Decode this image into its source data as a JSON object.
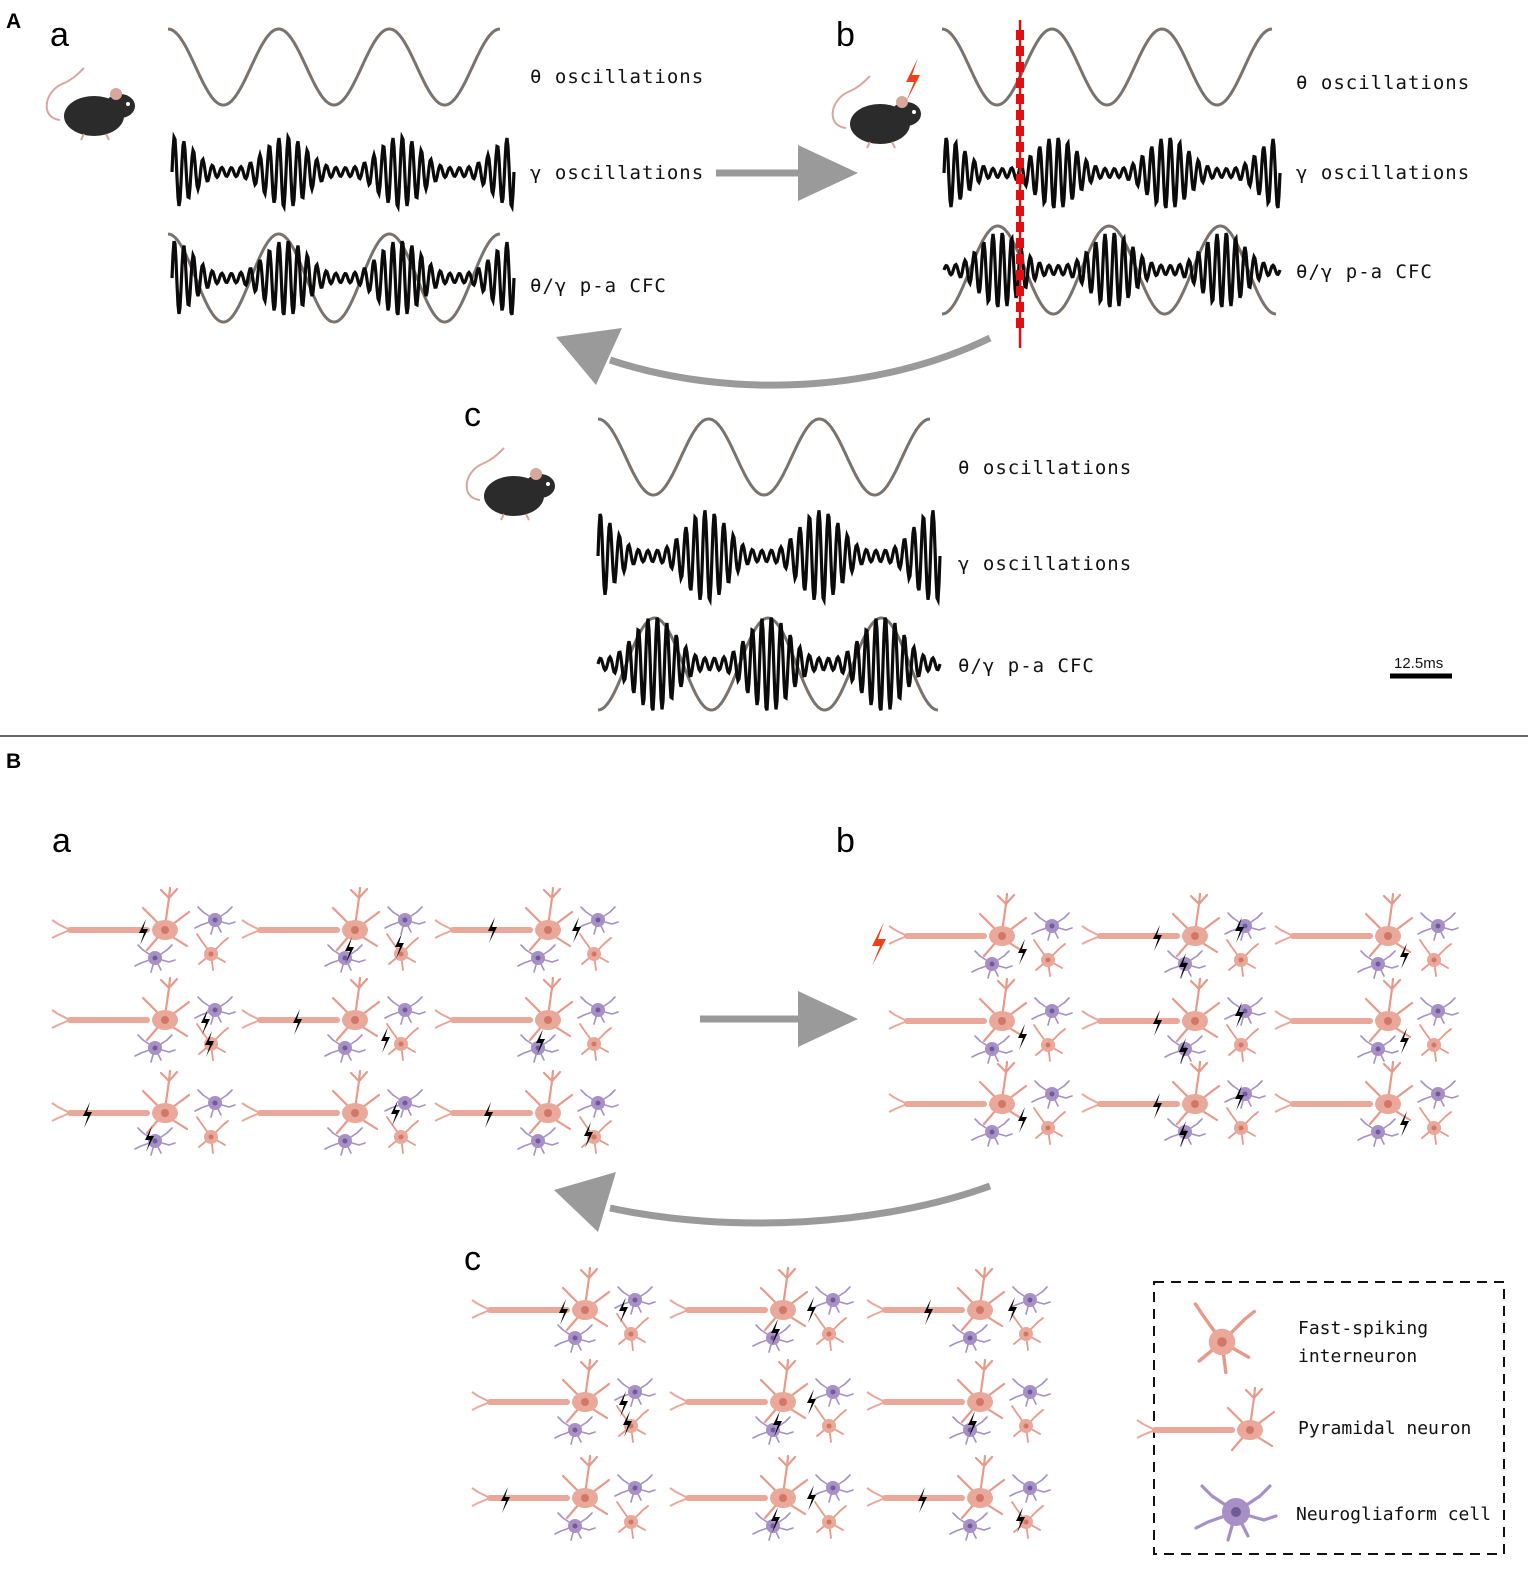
{
  "panels": {
    "A": {
      "letter": "A",
      "groups": [
        {
          "letter": "a",
          "stimulated": false,
          "labels": {
            "theta": "θ  oscillations",
            "gamma": "γ  oscillations",
            "cfc": "θ/γ  p-a  CFC"
          }
        },
        {
          "letter": "b",
          "stimulated": true,
          "labels": {
            "theta": "θ  oscillations",
            "gamma": "γ  oscillations",
            "cfc": "θ/γ  p-a  CFC"
          }
        },
        {
          "letter": "c",
          "stimulated": false,
          "labels": {
            "theta": "θ  oscillations",
            "gamma": "γ  oscillations",
            "cfc": "θ/γ  p-a  CFC"
          }
        }
      ],
      "scale_bar": "12.5ms"
    },
    "B": {
      "letter": "B",
      "groups": [
        {
          "letter": "a",
          "stimulated": false
        },
        {
          "letter": "b",
          "stimulated": true
        },
        {
          "letter": "c",
          "stimulated": false
        }
      ],
      "legend": {
        "fast_spiking": "Fast-spiking",
        "fast_spiking_2": "interneuron",
        "pyramidal": "Pyramidal neuron",
        "neurogliaform": "Neurogliaform cell"
      }
    }
  },
  "colors": {
    "theta_wave": "#7a726c",
    "gamma_wave": "#0b0b0b",
    "arrow": "#9a9a9a",
    "stimulus_line": "#e01010",
    "lightning_stim": "#f0401a",
    "pyramidal": "#eaa89a",
    "interneuron": "#eaa89a",
    "neurogliaform": "#a790c6",
    "mouse": "#2b2b2b"
  }
}
